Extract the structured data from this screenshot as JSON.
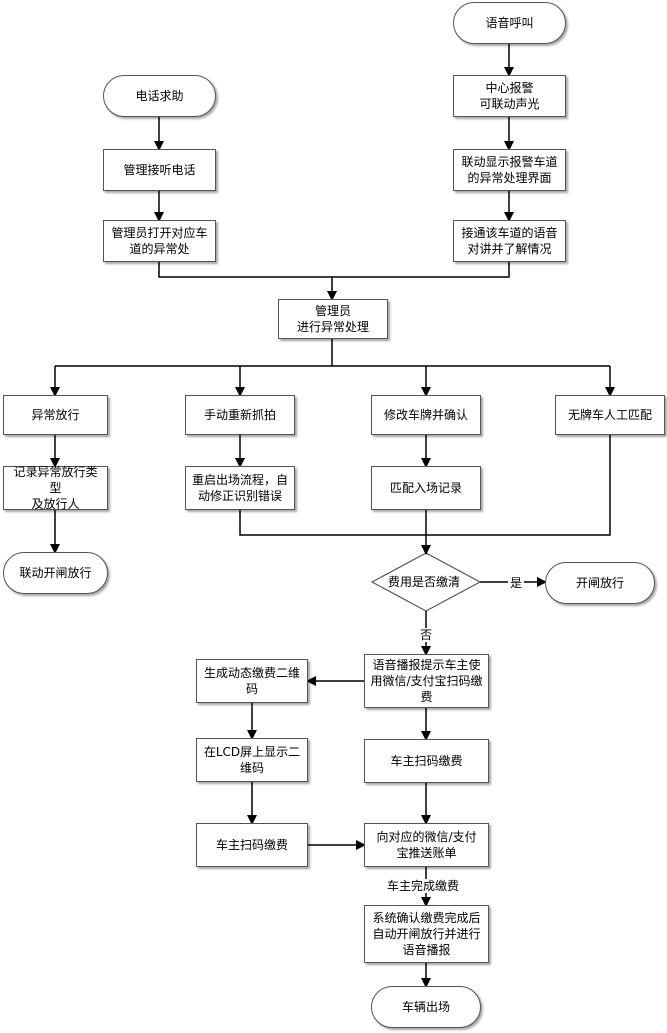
{
  "nodes": {
    "voice_call": "语音呼叫",
    "center_alarm": "中心报警\n可联动声光",
    "show_lane_ui": "联动显示报警车道\n的异常处理界面",
    "connect_voice": "接通该车道的语音\n对讲并了解情况",
    "phone_help": "电话求助",
    "admin_answer": "管理接听电话",
    "admin_open": "管理员打开对应车\n道的异常处",
    "admin_handle": "管理员\n进行异常处理",
    "abnormal_release": "异常放行",
    "manual_capture": "手动重新抓拍",
    "modify_plate": "修改车牌并确认",
    "no_plate_match": "无牌车人工匹配",
    "record_abnormal": "记录异常放行类型\n及放行人",
    "restart_exit": "重启出场流程，自\n动修正识别错误",
    "match_entry": "匹配入场记录",
    "link_open_gate": "联动开闸放行",
    "fee_paid": "费用是否缴清",
    "open_release": "开闸放行",
    "voice_prompt": "语音播报提示车主使\n用微信/支付宝扫码缴\n费",
    "gen_qr": "生成动态缴费二维\n码",
    "lcd_show": "在LCD屏上显示二\n维码",
    "owner_scan_left": "车主扫码缴费",
    "owner_scan_right": "车主扫码缴费",
    "push_bill": "向对应的微信/支付\n宝推送账单",
    "sys_confirm": "系统确认缴费完成后\n自动开闸放行并进行\n语音播报",
    "vehicle_exit": "车辆出场"
  },
  "labels": {
    "yes": "是",
    "no": "否",
    "owner_done": "车主完成缴费"
  }
}
